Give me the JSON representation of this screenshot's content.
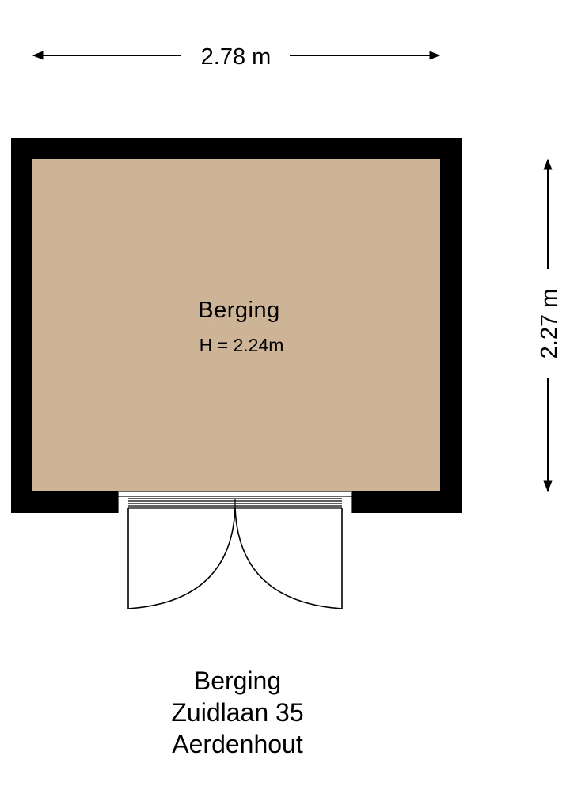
{
  "dimensions": {
    "width_label": "2.78 m",
    "height_label": "2.27 m"
  },
  "room": {
    "name": "Berging",
    "height_label": "H = 2.24m"
  },
  "footer": {
    "line1": "Berging",
    "line2": "Zuidlaan 35",
    "line3": "Aerdenhout"
  },
  "colors": {
    "floor": "#cdb497",
    "wall": "#000000",
    "background": "#ffffff"
  }
}
